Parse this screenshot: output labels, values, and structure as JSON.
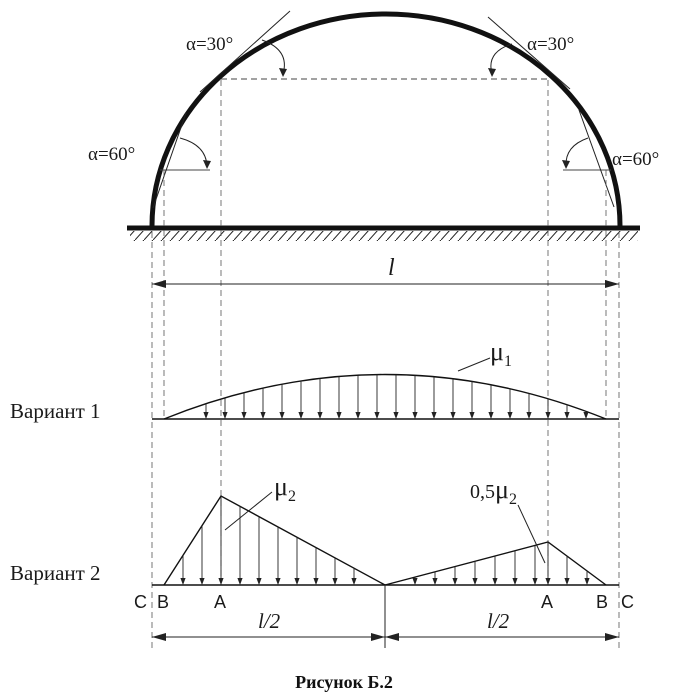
{
  "figure": {
    "caption": "Рисунок Б.2",
    "angle_label_30": "α=30°",
    "angle_label_60": "α=60°",
    "span_label": "l",
    "half_span_label": "l/2"
  },
  "variant1": {
    "title": "Вариант 1",
    "coef_label": "μ",
    "coef_subscript": "1"
  },
  "variant2": {
    "title": "Вариант 2",
    "coef_label": "μ",
    "coef_subscript": "2",
    "coef_half_prefix": "0,5",
    "point_c": "C",
    "point_b": "B",
    "point_a": "A"
  }
}
